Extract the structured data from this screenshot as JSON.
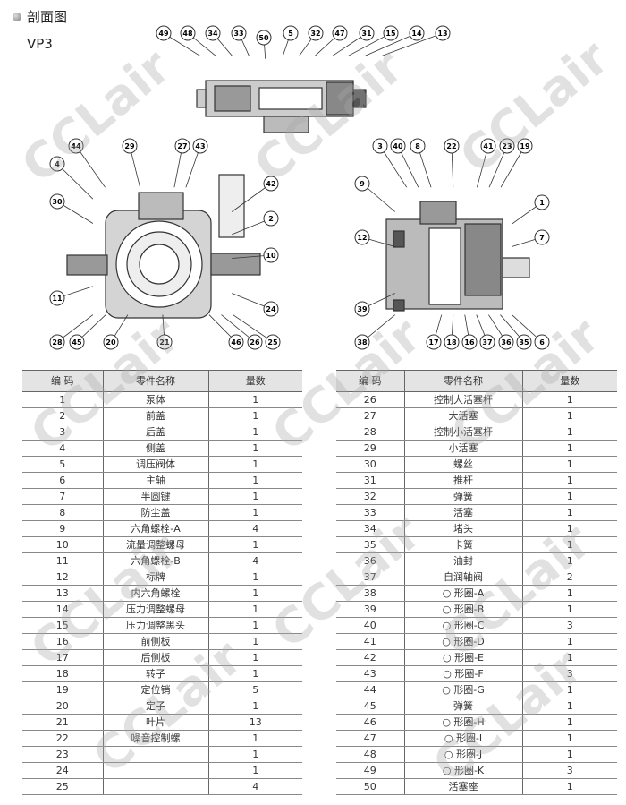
{
  "header": {
    "title": "剖面图",
    "model": "VP3"
  },
  "watermark": "CCLair",
  "callouts": {
    "top": [
      "49",
      "48",
      "34",
      "33",
      "50",
      "5",
      "32",
      "47",
      "31",
      "15",
      "14",
      "13"
    ],
    "left": [
      "44",
      "29",
      "27",
      "43",
      "4",
      "30",
      "42",
      "2",
      "10",
      "11",
      "24",
      "28",
      "45",
      "20",
      "21",
      "46",
      "26",
      "25"
    ],
    "right": [
      "3",
      "40",
      "8",
      "22",
      "41",
      "23",
      "19",
      "9",
      "1",
      "12",
      "7",
      "39",
      "38",
      "17",
      "18",
      "16",
      "37",
      "36",
      "35",
      "6"
    ]
  },
  "table_headers": [
    "编 码",
    "零件名称",
    "量数"
  ],
  "left_table": [
    [
      "1",
      "泵体",
      "1"
    ],
    [
      "2",
      "前盖",
      "1"
    ],
    [
      "3",
      "后盖",
      "1"
    ],
    [
      "4",
      "侧盖",
      "1"
    ],
    [
      "5",
      "调压阀体",
      "1"
    ],
    [
      "6",
      "主轴",
      "1"
    ],
    [
      "7",
      "半圆键",
      "1"
    ],
    [
      "8",
      "防尘盖",
      "1"
    ],
    [
      "9",
      "六角螺栓-A",
      "4"
    ],
    [
      "10",
      "流量调整螺母",
      "1"
    ],
    [
      "11",
      "六角螺栓-B",
      "4"
    ],
    [
      "12",
      "标牌",
      "1"
    ],
    [
      "13",
      "内六角螺栓",
      "1"
    ],
    [
      "14",
      "压力调整螺母",
      "1"
    ],
    [
      "15",
      "压力调整黑头",
      "1"
    ],
    [
      "16",
      "前侧板",
      "1"
    ],
    [
      "17",
      "后侧板",
      "1"
    ],
    [
      "18",
      "转子",
      "1"
    ],
    [
      "19",
      "定位销",
      "5"
    ],
    [
      "20",
      "定子",
      "1"
    ],
    [
      "21",
      "叶片",
      "13"
    ],
    [
      "22",
      "噪音控制螺",
      "1"
    ],
    [
      "23",
      "",
      "1"
    ],
    [
      "24",
      "",
      "1"
    ],
    [
      "25",
      "",
      "4"
    ]
  ],
  "right_table": [
    [
      "26",
      "控制大活塞杆",
      "1"
    ],
    [
      "27",
      "大活塞",
      "1"
    ],
    [
      "28",
      "控制小活塞杆",
      "1"
    ],
    [
      "29",
      "小活塞",
      "1"
    ],
    [
      "30",
      "螺丝",
      "1"
    ],
    [
      "31",
      "推杆",
      "1"
    ],
    [
      "32",
      "弹簧",
      "1"
    ],
    [
      "33",
      "活塞",
      "1"
    ],
    [
      "34",
      "堵头",
      "1"
    ],
    [
      "35",
      "卡簧",
      "1"
    ],
    [
      "36",
      "油封",
      "1"
    ],
    [
      "37",
      "自润轴阀",
      "2"
    ],
    [
      "38",
      "○ 形圈-A",
      "1"
    ],
    [
      "39",
      "○ 形圈-B",
      "1"
    ],
    [
      "40",
      "○ 形圈-C",
      "3"
    ],
    [
      "41",
      "○ 形圈-D",
      "1"
    ],
    [
      "42",
      "○ 形圈-E",
      "1"
    ],
    [
      "43",
      "○ 形圈-F",
      "3"
    ],
    [
      "44",
      "○ 形圈-G",
      "1"
    ],
    [
      "45",
      "弹簧",
      "1"
    ],
    [
      "46",
      "○ 形圈-H",
      "1"
    ],
    [
      "47",
      "○ 形圈-I",
      "1"
    ],
    [
      "48",
      "○ 形圈-J",
      "1"
    ],
    [
      "49",
      "○ 形圈-K",
      "3"
    ],
    [
      "50",
      "活塞座",
      "1"
    ]
  ]
}
